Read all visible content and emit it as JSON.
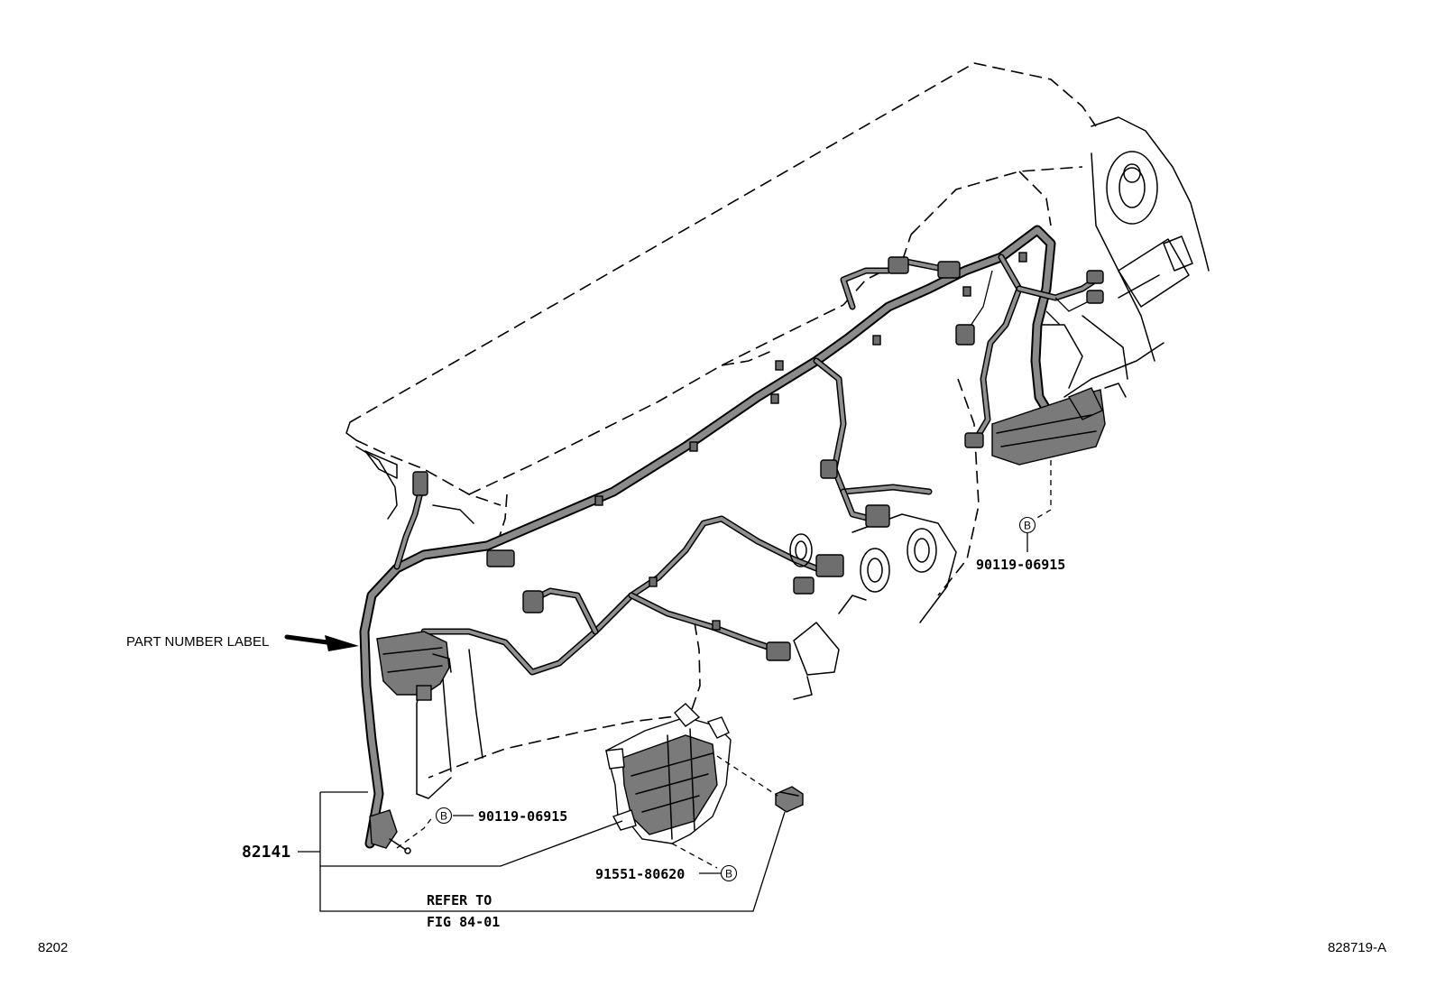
{
  "diagram": {
    "labels": {
      "part_number_label": "PART NUMBER LABEL",
      "harness_part": "82141",
      "bolt_b_right": "90119-06915",
      "bolt_b_lower": "90119-06915",
      "screw_b": "91551-80620",
      "refer_line1": "REFER TO",
      "refer_line2": "FIG 84-01",
      "circle_b": "B"
    },
    "footer": {
      "left_code": "8202",
      "right_code": "828719-A"
    }
  }
}
